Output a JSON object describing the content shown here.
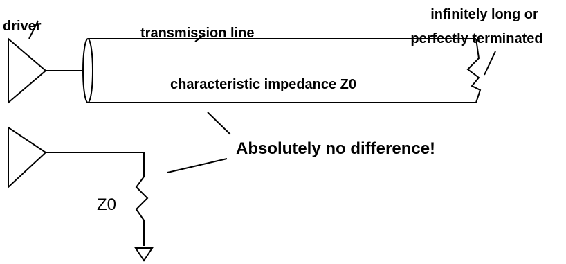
{
  "labels": {
    "driver": "driver",
    "transmission_line": "transmission line",
    "termination_line1": "infinitely long or",
    "termination_line2": "perfectly terminated",
    "impedance": "characteristic impedance Z0",
    "no_difference": "Absolutely no difference!",
    "resistor": "Z0"
  },
  "colors": {
    "stroke": "#000000",
    "background": "#ffffff"
  }
}
